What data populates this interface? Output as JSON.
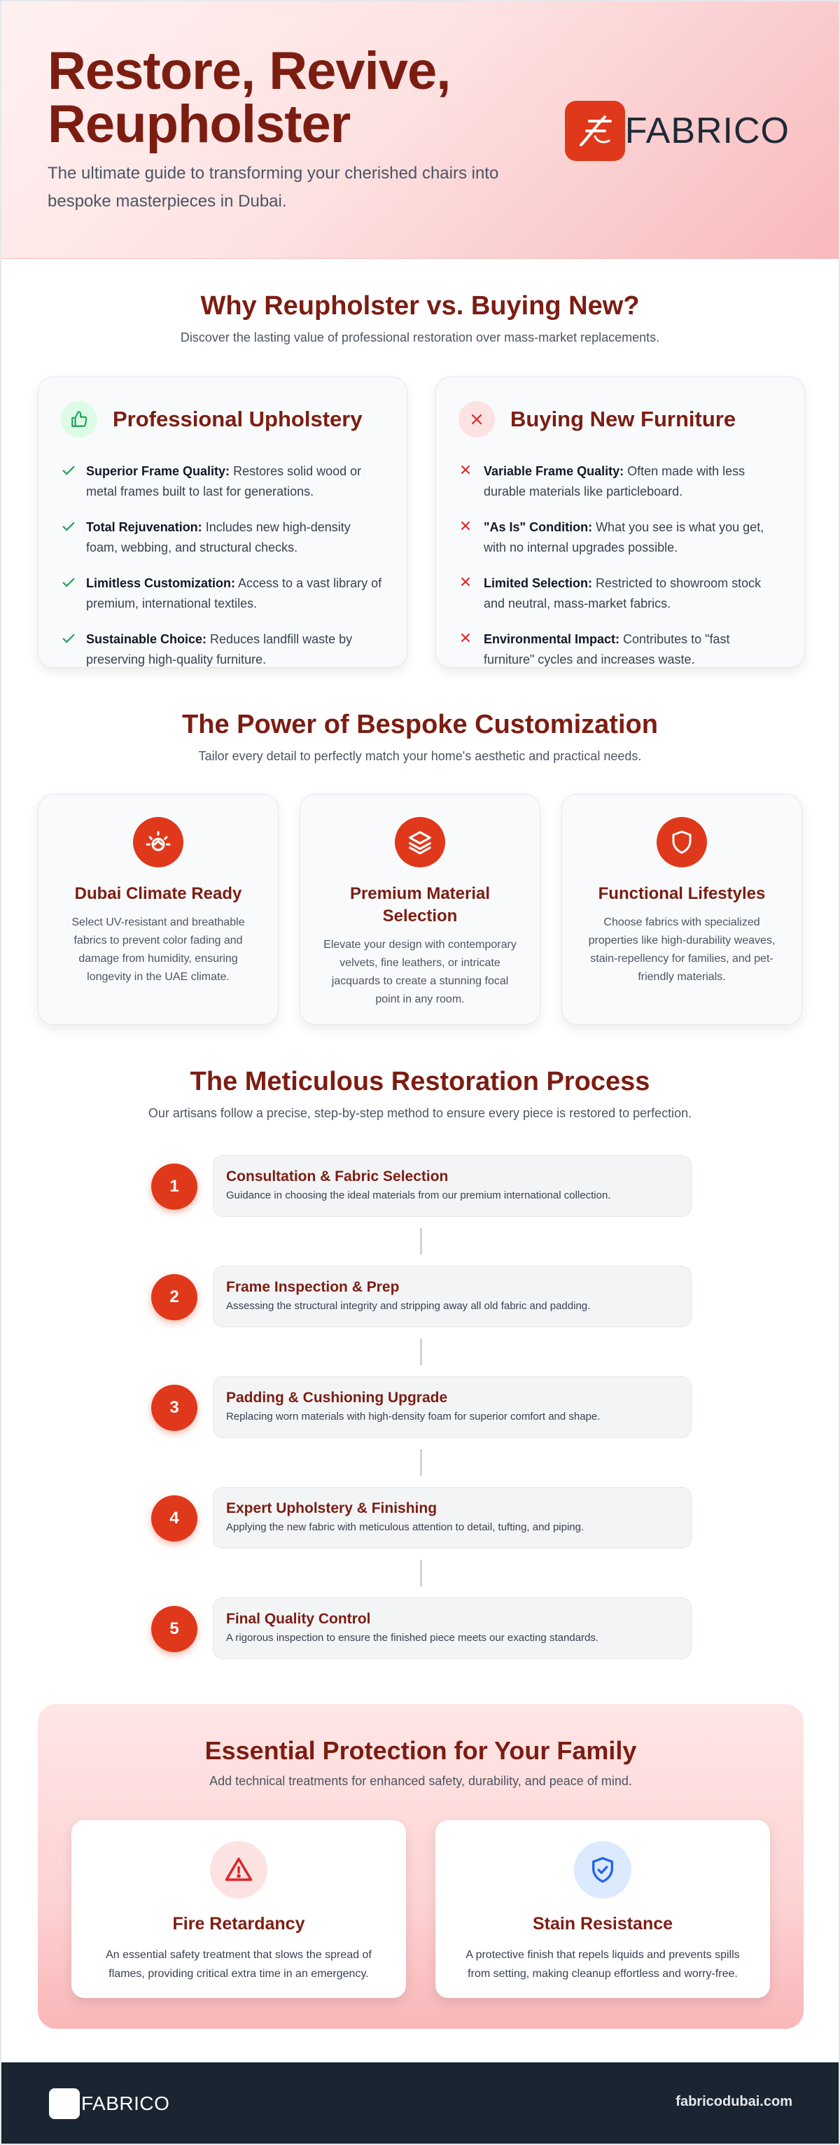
{
  "hero": {
    "title": "Restore, Revive, Reupholster",
    "subtitle": "The ultimate guide to transforming your cherished chairs into bespoke masterpieces in Dubai.",
    "brand": "FABRICO",
    "brand_icon": "fabrico-logo-icon"
  },
  "why": {
    "title": "Why Reupholster vs. Buying New?",
    "subtitle": "Discover the lasting value of professional restoration over mass-market replacements.",
    "professional": {
      "title": "Professional Upholstery",
      "icon": "thumbs-up-icon",
      "items": [
        {
          "label": "Superior Frame Quality:",
          "text": "Restores solid wood or metal frames built to last for generations."
        },
        {
          "label": "Total Rejuvenation:",
          "text": "Includes new high-density foam, webbing, and structural checks."
        },
        {
          "label": "Limitless Customization:",
          "text": "Access to a vast library of premium, international textiles."
        },
        {
          "label": "Sustainable Choice:",
          "text": "Reduces landfill waste by preserving high-quality furniture."
        }
      ]
    },
    "new": {
      "title": "Buying New Furniture",
      "icon": "x-circle-icon",
      "items": [
        {
          "label": "Variable Frame Quality:",
          "text": "Often made with less durable materials like particleboard."
        },
        {
          "label": "\"As Is\" Condition:",
          "text": "What you see is what you get, with no internal upgrades possible."
        },
        {
          "label": "Limited Selection:",
          "text": "Restricted to showroom stock and neutral, mass-market fabrics."
        },
        {
          "label": "Environmental Impact:",
          "text": "Contributes to \"fast furniture\" cycles and increases waste."
        }
      ]
    }
  },
  "custom": {
    "title": "The Power of Bespoke Customization",
    "subtitle": "Tailor every detail to perfectly match your home's aesthetic and practical needs.",
    "cards": [
      {
        "icon": "sun-house-icon",
        "title": "Dubai Climate Ready",
        "desc": "Select UV-resistant and breathable fabrics to prevent color fading and damage from humidity, ensuring longevity in the UAE climate."
      },
      {
        "icon": "layers-icon",
        "title": "Premium Material Selection",
        "desc": "Elevate your design with contemporary velvets, fine leathers, or intricate jacquards to create a stunning focal point in any room."
      },
      {
        "icon": "shield-icon",
        "title": "Functional Lifestyles",
        "desc": "Choose fabrics with specialized properties like high-durability weaves, stain-repellency for families, and pet-friendly materials."
      }
    ]
  },
  "process": {
    "title": "The Meticulous Restoration Process",
    "subtitle": "Our artisans follow a precise, step-by-step method to ensure every piece is restored to perfection.",
    "steps": [
      {
        "num": "1",
        "title": "Consultation & Fabric Selection",
        "desc": "Guidance in choosing the ideal materials from our premium international collection."
      },
      {
        "num": "2",
        "title": "Frame Inspection & Prep",
        "desc": "Assessing the structural integrity and stripping away all old fabric and padding."
      },
      {
        "num": "3",
        "title": "Padding & Cushioning Upgrade",
        "desc": "Replacing worn materials with high-density foam for superior comfort and shape."
      },
      {
        "num": "4",
        "title": "Expert Upholstery & Finishing",
        "desc": "Applying the new fabric with meticulous attention to detail, tufting, and piping."
      },
      {
        "num": "5",
        "title": "Final Quality Control",
        "desc": "A rigorous inspection to ensure the finished piece meets our exacting standards."
      }
    ]
  },
  "protection": {
    "title": "Essential Protection for Your Family",
    "subtitle": "Add technical treatments for enhanced safety, durability, and peace of mind.",
    "cards": [
      {
        "icon": "warning-triangle-icon",
        "title": "Fire Retardancy",
        "desc": "An essential safety treatment that slows the spread of flames, providing critical extra time in an emergency."
      },
      {
        "icon": "shield-check-icon",
        "title": "Stain Resistance",
        "desc": "A protective finish that repels liquids and prevents spills from setting, making cleanup effortless and worry-free."
      }
    ]
  },
  "footer": {
    "brand": "FABRICO",
    "url": "fabricodubai.com"
  },
  "colors": {
    "primary": "#7c1d12",
    "accent": "#e0381b",
    "check": "#22a35a",
    "cross": "#dc2626",
    "footer_bg": "#1b2431"
  }
}
